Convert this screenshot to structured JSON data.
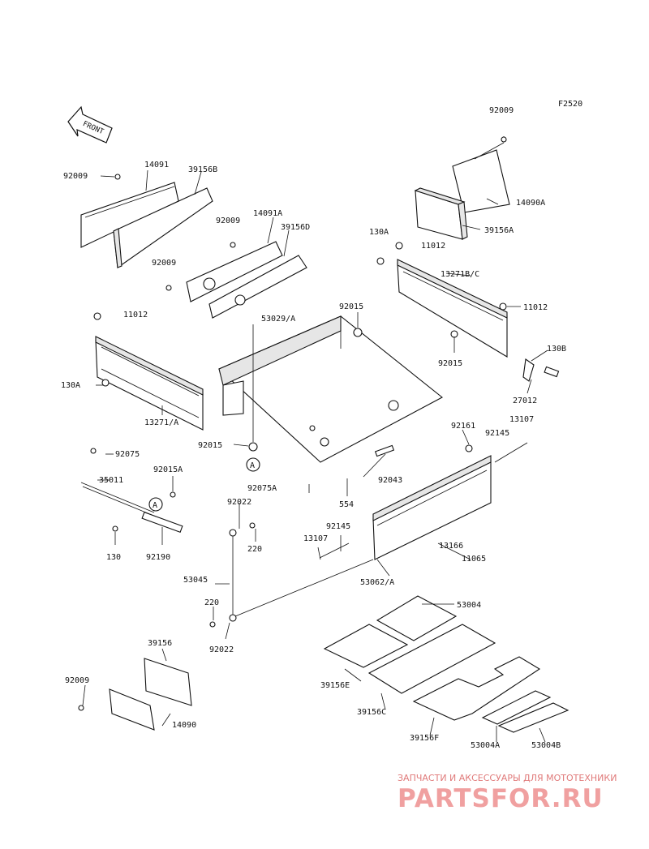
{
  "figure_code": "F2520",
  "front_label": "FRONT",
  "callout_letter": "A",
  "labels": {
    "l_92009_tr": "92009",
    "l_14090A": "14090A",
    "l_39156A": "39156A",
    "l_11012_t": "11012",
    "l_130A_r": "130A",
    "l_13271BC": "13271B/C",
    "l_11012_r": "11012",
    "l_130B": "130B",
    "l_92015_r": "92015",
    "l_27012": "27012",
    "l_92009_l": "92009",
    "l_14091": "14091",
    "l_39156B": "39156B",
    "l_92009_m": "92009",
    "l_14091A": "14091A",
    "l_39156D": "39156D",
    "l_92009_m2": "92009",
    "l_11012_l": "11012",
    "l_53029A": "53029/A",
    "l_92015_c": "92015",
    "l_130A_l": "130A",
    "l_13271A": "13271/A",
    "l_92015_b": "92015",
    "l_92161": "92161",
    "l_13107_r": "13107",
    "l_92145_r": "92145",
    "l_92043": "92043",
    "l_92075": "92075",
    "l_35011": "35011",
    "l_92015A": "92015A",
    "l_92075A": "92075A",
    "l_554": "554",
    "l_92022_t": "92022",
    "l_220_t": "220",
    "l_92145_m": "92145",
    "l_13107_m": "13107",
    "l_13166": "13166",
    "l_11065": "11065",
    "l_130": "130",
    "l_92190": "92190",
    "l_53045": "53045",
    "l_53062A": "53062/A",
    "l_53004": "53004",
    "l_220_b": "220",
    "l_92022_b": "92022",
    "l_39156": "39156",
    "l_92009_b": "92009",
    "l_14090": "14090",
    "l_39156E": "39156E",
    "l_39156C": "39156C",
    "l_39156F": "39156F",
    "l_53004A": "53004A",
    "l_53004B": "53004B"
  },
  "watermark": {
    "line1": "ЗАПЧАСТИ И АКСЕССУАРЫ ДЛЯ МОТОТЕХНИКИ",
    "line2": "PARTSFOR.RU"
  }
}
